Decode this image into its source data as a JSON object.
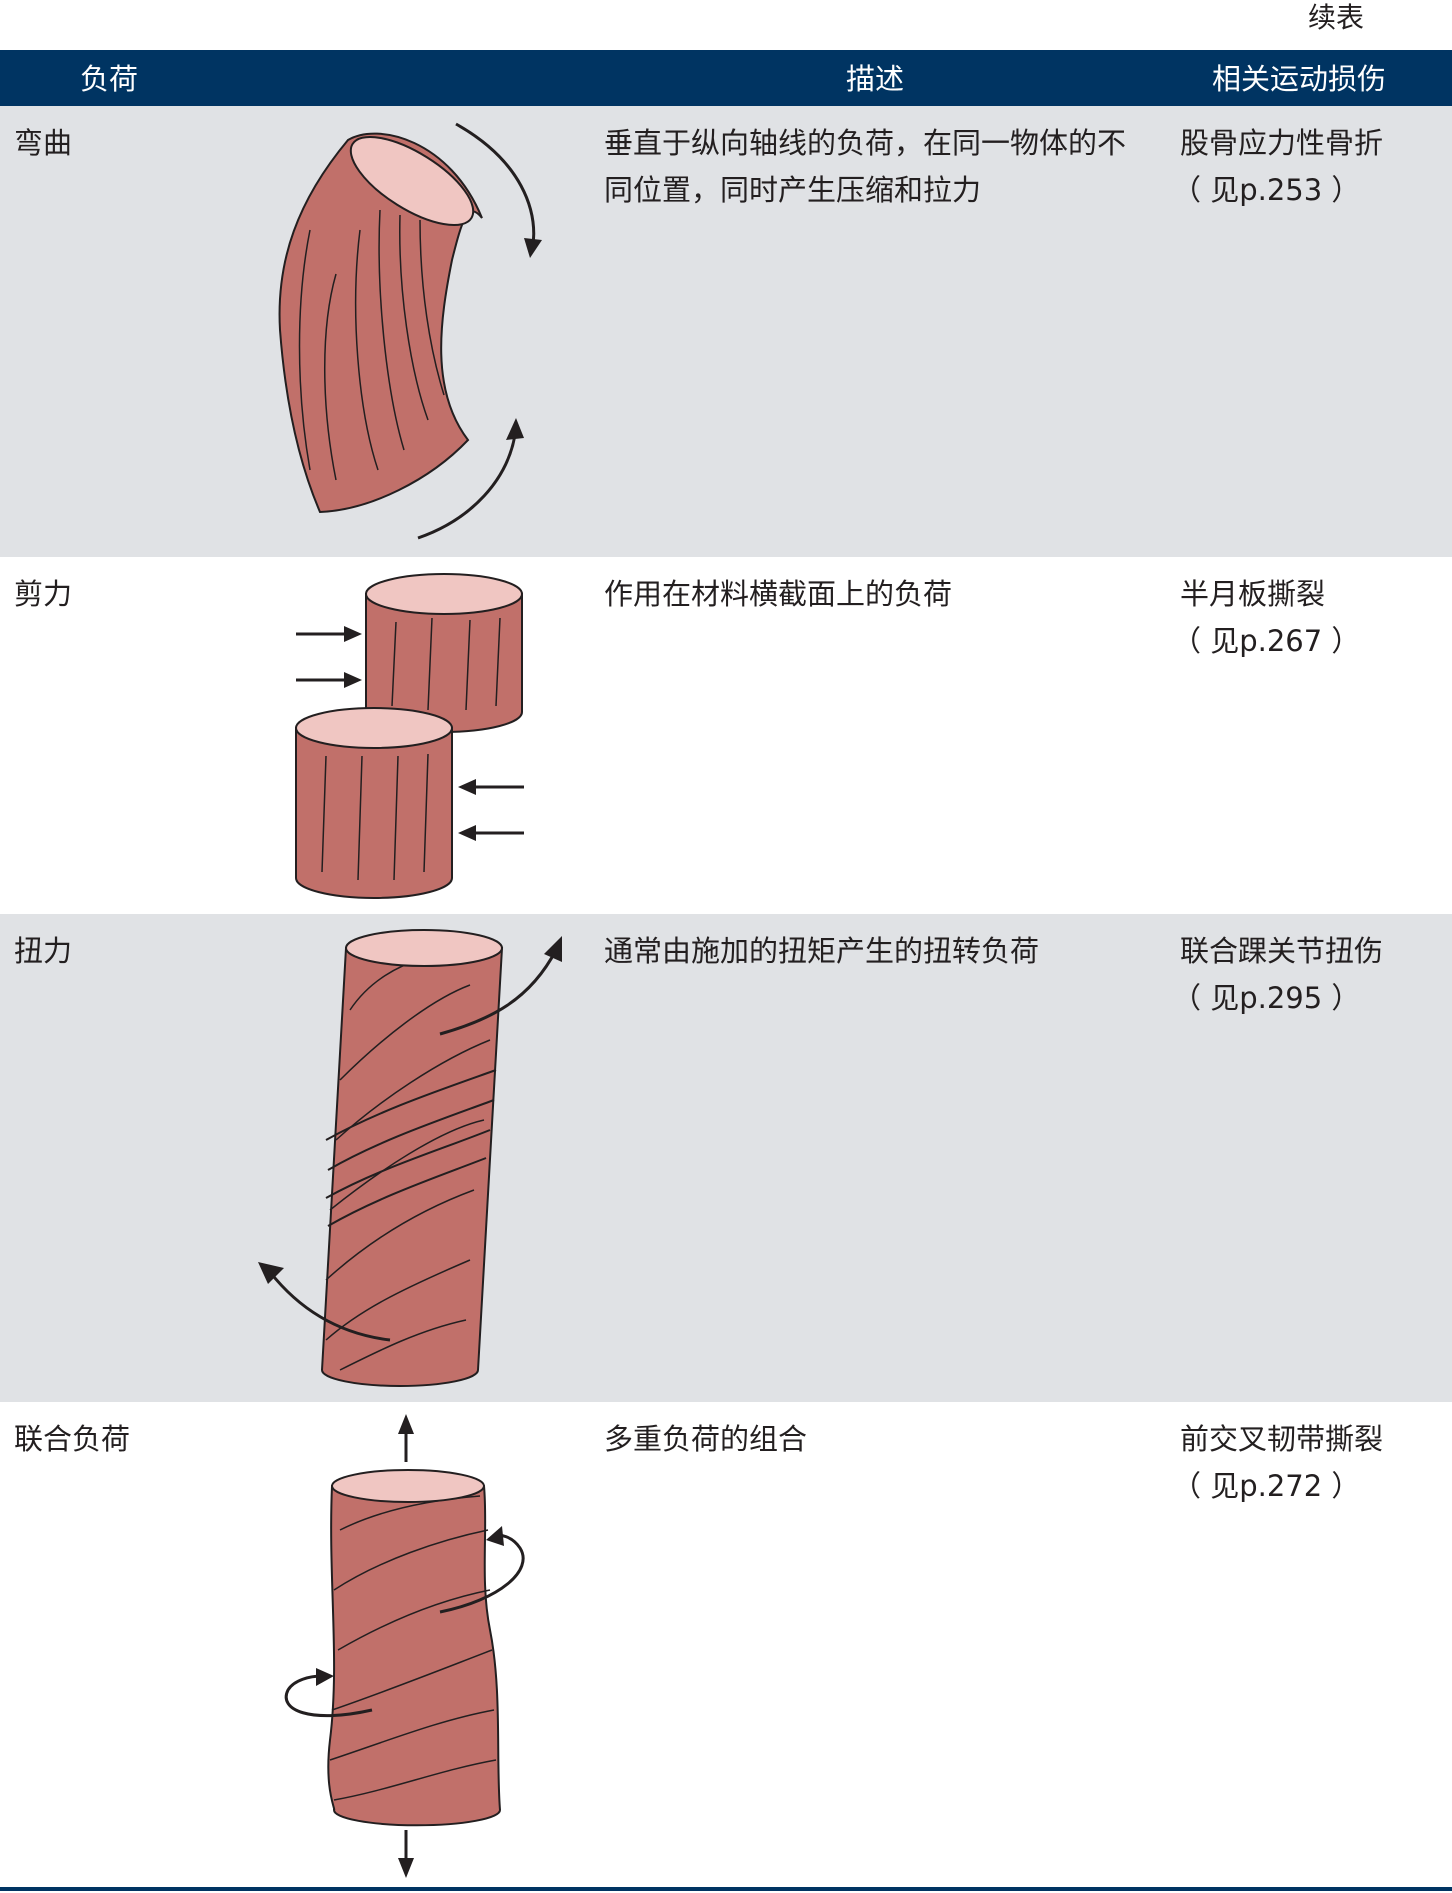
{
  "continued_label": "续表",
  "columns": [
    "负荷",
    "描述",
    "相关运动损伤"
  ],
  "rows": [
    {
      "name": "弯曲",
      "description": "垂直于纵向轴线的负荷，在同一物体的不同位置，同时产生压缩和拉力",
      "injury": "股骨应力性骨折",
      "reference": "（ 见p.253 ）"
    },
    {
      "name": "剪力",
      "description": "作用在材料横截面上的负荷",
      "injury": "半月板撕裂",
      "reference": "（ 见p.267 ）"
    },
    {
      "name": "扭力",
      "description": "通常由施加的扭矩产生的扭转负荷",
      "injury": "联合踝关节扭伤",
      "reference": "（ 见p.295 ）"
    },
    {
      "name": "联合负荷",
      "description": "多重负荷的组合",
      "injury": "前交叉韧带撕裂",
      "reference": "（ 见p.272 ）"
    }
  ],
  "colors": {
    "header": "#003462",
    "shade": "#e0e2e5",
    "tissue": "#c1706a",
    "tissue_top": "#f0c6c2"
  }
}
